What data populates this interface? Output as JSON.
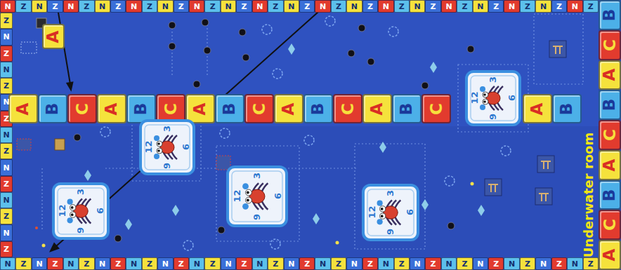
{
  "diagram": {
    "nodes": [
      {
        "text": [
          "N"
        ]
      },
      {
        "text": [
          "Z"
        ]
      },
      {
        "text": [
          "N"
        ]
      },
      {
        "text": [
          "Z"
        ]
      },
      {
        "text": [
          "N"
        ]
      },
      {
        "text": [
          "Z"
        ]
      },
      {
        "text": [
          "N"
        ]
      },
      {
        "text": [
          "Z"
        ]
      },
      {
        "text": [
          "N"
        ]
      },
      {
        "text": [
          "Z"
        ]
      },
      {
        "text": [
          "N"
        ]
      },
      {
        "text": [
          "Z"
        ]
      },
      {
        "text": [
          "N"
        ]
      },
      {
        "text": [
          "Z"
        ]
      },
      {
        "text": [
          "N"
        ]
      },
      {
        "text": [
          "Z"
        ]
      },
      {
        "text": [
          "N"
        ]
      },
      {
        "text": [
          "Z"
        ]
      },
      {
        "text": [
          "N"
        ]
      },
      {
        "text": [
          "Z"
        ]
      },
      {
        "text": [
          "N"
        ]
      },
      {
        "text": [
          "Z"
        ]
      },
      {
        "text": [
          "N"
        ]
      },
      {
        "text": [
          "Z"
        ]
      },
      {
        "text": [
          "N"
        ]
      },
      {
        "text": [
          "Z"
        ]
      },
      {
        "text": [
          "N"
        ]
      },
      {
        "text": [
          "Z"
        ]
      },
      {
        "text": [
          "N"
        ]
      },
      {
        "text": [
          "Z"
        ]
      },
      {
        "text": [
          "N"
        ]
      },
      {
        "text": [
          "Z"
        ]
      },
      {
        "text": [
          "N"
        ]
      },
      {
        "text": [
          "Z"
        ]
      },
      {
        "text": [
          "N"
        ]
      },
      {
        "text": [
          "Z"
        ]
      },
      {
        "text": [
          "N"
        ]
      },
      {
        "text": [
          "Z"
        ]
      },
      {
        "text": [
          "Z"
        ]
      },
      {
        "text": [
          "N"
        ]
      },
      {
        "text": [
          "Z"
        ]
      },
      {
        "text": [
          "N"
        ]
      },
      {
        "text": [
          "Z"
        ]
      },
      {
        "text": [
          "N"
        ]
      },
      {
        "text": [
          "Z"
        ]
      },
      {
        "text": [
          "N"
        ]
      },
      {
        "text": [
          "Z"
        ]
      },
      {
        "text": [
          "N"
        ]
      },
      {
        "text": [
          "Z"
        ]
      },
      {
        "text": [
          "N"
        ]
      },
      {
        "text": [
          "Z"
        ]
      },
      {
        "text": [
          "N"
        ]
      },
      {
        "text": [
          "Z"
        ]
      },
      {
        "text": [
          "A"
        ]
      },
      {
        "text": [
          "A"
        ]
      },
      {
        "text": [
          "B"
        ]
      },
      {
        "text": [
          "C"
        ]
      },
      {
        "text": [
          "A"
        ]
      },
      {
        "text": [
          "B"
        ]
      },
      {
        "text": [
          "C"
        ]
      },
      {
        "text": [
          "A"
        ]
      },
      {
        "text": [
          "B"
        ]
      },
      {
        "text": [
          "C"
        ]
      },
      {
        "text": [
          "A"
        ]
      },
      {
        "text": [
          "B"
        ]
      },
      {
        "text": [
          "C"
        ]
      },
      {
        "text": [
          "A"
        ]
      },
      {
        "text": [
          "B"
        ]
      },
      {
        "text": [
          "C"
        ]
      },
      {
        "text": [
          "12",
          "3",
          "6",
          "9"
        ]
      },
      {
        "text": [
          "A"
        ]
      },
      {
        "text": [
          "B"
        ]
      },
      {
        "text": [
          "B"
        ]
      },
      {
        "text": [
          "C"
        ]
      },
      {
        "text": [
          "A"
        ]
      },
      {
        "text": [
          "B"
        ]
      },
      {
        "text": [
          "C"
        ]
      },
      {
        "text": [
          "A"
        ]
      },
      {
        "text": [
          "B"
        ]
      },
      {
        "text": [
          "C"
        ]
      },
      {
        "text": [
          "A"
        ]
      },
      {
        "text": [
          "12",
          "3",
          "6",
          "9"
        ]
      },
      {
        "text": [
          "12",
          "3",
          "6",
          "9"
        ]
      },
      {
        "text": [
          "12",
          "3",
          "6",
          "9"
        ]
      },
      {
        "text": [
          "12",
          "3",
          "6",
          "9"
        ]
      },
      {
        "text": [
          "N"
        ]
      },
      {
        "text": [
          "Z"
        ]
      },
      {
        "text": [
          "N"
        ]
      },
      {
        "text": [
          "Z"
        ]
      },
      {
        "text": [
          "N"
        ]
      },
      {
        "text": [
          "Z"
        ]
      },
      {
        "text": [
          "N"
        ]
      },
      {
        "text": [
          "Z"
        ]
      },
      {
        "text": [
          "N"
        ]
      },
      {
        "text": [
          "Z"
        ]
      },
      {
        "text": [
          "N"
        ]
      },
      {
        "text": [
          "Z"
        ]
      },
      {
        "text": [
          "N"
        ]
      },
      {
        "text": [
          "Z"
        ]
      },
      {
        "text": [
          "N"
        ]
      },
      {
        "text": [
          "Z"
        ]
      },
      {
        "text": [
          "N"
        ]
      },
      {
        "text": [
          "Z"
        ]
      },
      {
        "text": [
          "N"
        ]
      },
      {
        "text": [
          "Z"
        ]
      },
      {
        "text": [
          "N"
        ]
      },
      {
        "text": [
          "Z"
        ]
      },
      {
        "text": [
          "N"
        ]
      },
      {
        "text": [
          "Z"
        ]
      },
      {
        "text": [
          "N"
        ]
      },
      {
        "text": [
          "Z"
        ]
      },
      {
        "text": [
          "N"
        ]
      },
      {
        "text": [
          "Z"
        ]
      },
      {
        "text": [
          "N"
        ]
      },
      {
        "text": [
          "Z"
        ]
      },
      {
        "text": [
          "N"
        ]
      },
      {
        "text": [
          "Z"
        ]
      },
      {
        "text": [
          "N"
        ]
      },
      {
        "text": [
          "Z"
        ]
      },
      {
        "text": [
          "N"
        ]
      },
      {
        "text": [
          "Z"
        ]
      },
      {
        "text": [
          "N"
        ]
      },
      {
        "text": [
          "Z"
        ]
      }
    ],
    "labels": [
      "Underwater room"
    ]
  }
}
